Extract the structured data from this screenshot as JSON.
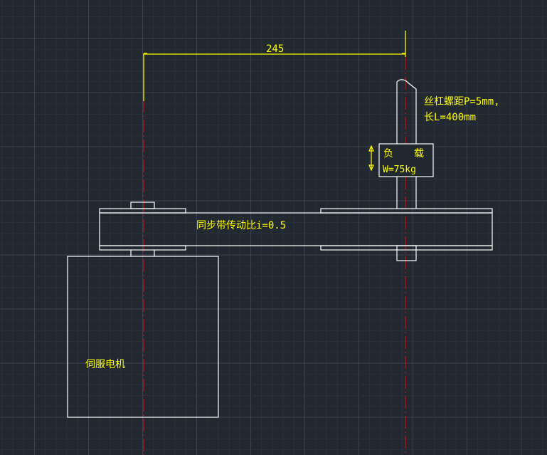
{
  "dimension": {
    "value": "245"
  },
  "lead_screw": {
    "line1": "丝杠螺距P=5mm,",
    "line2": "长L=400mm"
  },
  "load": {
    "title_left": "负",
    "title_right": "载",
    "weight": "W=75kg"
  },
  "belt": {
    "label": "同步带传动比i=0.5"
  },
  "motor": {
    "label": "伺服电机"
  },
  "colors": {
    "background": "#212830",
    "geometry": "#ffffff",
    "annotation": "#ffff00",
    "centerline": "#e01010"
  }
}
